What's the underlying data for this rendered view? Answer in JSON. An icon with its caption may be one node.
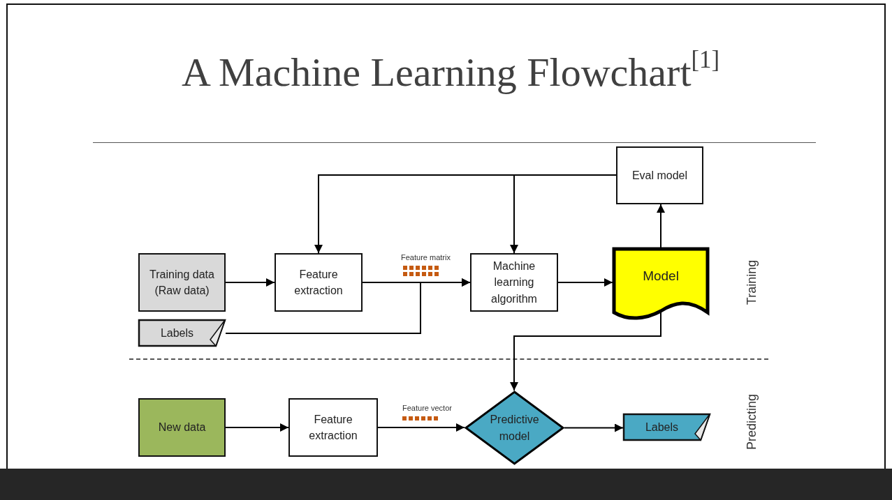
{
  "diagram": {
    "title": "A Machine Learning Flowchart$^{[1]}$",
    "nodes": [
      {
        "text": [
          "Training data (Raw data)"
        ]
      },
      {
        "text": [
          "Feature extraction"
        ]
      },
      {
        "text": [
          "Machine learning algorithm"
        ]
      },
      {
        "text": [
          "Model"
        ]
      },
      {
        "text": [
          "Eval model"
        ]
      },
      {
        "text": [
          "Labels"
        ]
      },
      {
        "text": [
          "New data"
        ]
      },
      {
        "text": [
          "Feature extraction"
        ]
      },
      {
        "text": [
          "Predictive model"
        ]
      },
      {
        "text": [
          "Labels"
        ]
      }
    ],
    "edges": [
      {
        "from": 0,
        "to": 1,
        "arrow": "to"
      },
      {
        "from": 1,
        "to": 2,
        "arrow": "to",
        "label": "Feature matrix"
      },
      {
        "from": 5,
        "to": 2,
        "arrow": "to"
      },
      {
        "from": 2,
        "to": 3,
        "arrow": "to"
      },
      {
        "from": 3,
        "to": 4,
        "arrow": "to"
      },
      {
        "from": 4,
        "to": 1,
        "arrow": "to"
      },
      {
        "from": 4,
        "to": 2,
        "arrow": "to"
      },
      {
        "from": 3,
        "to": 8,
        "arrow": "to"
      },
      {
        "from": 6,
        "to": 7,
        "arrow": "to"
      },
      {
        "from": 7,
        "to": 8,
        "arrow": "to",
        "label": "Feature vector"
      },
      {
        "from": 8,
        "to": 9,
        "arrow": "to"
      }
    ],
    "labels": [
      "Training",
      "Predicting"
    ]
  }
}
